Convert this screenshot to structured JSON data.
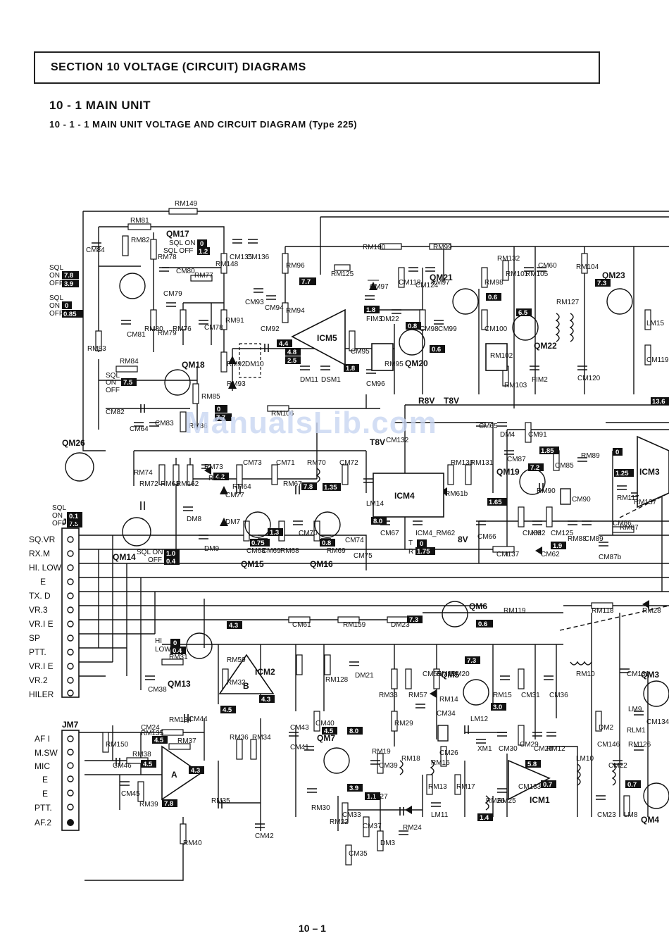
{
  "header": {
    "section_title": "SECTION 10 VOLTAGE (CIRCUIT) DIAGRAMS",
    "subsection": "10 - 1 MAIN UNIT",
    "sub_subsection": "10 - 1 - 1 MAIN UNIT VOLTAGE AND CIRCUIT DIAGRAM (Type 225)",
    "page_number": "10 – 1",
    "watermark": "ManualsLib.com"
  },
  "jm5": {
    "name": "JM5",
    "pins": [
      "SQ.VR",
      "RX.M",
      "HI. LOW",
      "E",
      "TX. D",
      "VR.3",
      "VR.I E",
      "SP",
      "PTT.",
      "VR.I E",
      "VR.2",
      "HILER"
    ]
  },
  "jm7": {
    "name": "JM7",
    "pins": [
      "AF I",
      "M.SW",
      "MIC",
      "E",
      "E",
      "PTT.",
      "AF.2"
    ]
  },
  "ics": [
    {
      "ref": "ICM5"
    },
    {
      "ref": "ICM4"
    },
    {
      "ref": "ICM3"
    },
    {
      "ref": "ICM2"
    },
    {
      "ref": "ICM1"
    }
  ],
  "transistors": [
    {
      "ref": "QM17"
    },
    {
      "ref": "QM18"
    },
    {
      "ref": "QM26"
    },
    {
      "ref": "QM14"
    },
    {
      "ref": "QM15"
    },
    {
      "ref": "QM16"
    },
    {
      "ref": "QM13"
    },
    {
      "ref": "QM7"
    },
    {
      "ref": "QM5"
    },
    {
      "ref": "QM6"
    },
    {
      "ref": "QM19"
    },
    {
      "ref": "QM20"
    },
    {
      "ref": "QM21"
    },
    {
      "ref": "QM22"
    },
    {
      "ref": "QM23"
    },
    {
      "ref": "QM3"
    },
    {
      "ref": "QM4"
    }
  ],
  "labels": {
    "sql_on_1": "SQL",
    "on": "ON",
    "off": "OFF",
    "sql_on_off": "SQL ON",
    "sql_off": "SQL OFF",
    "r8v": "R8V",
    "t8v": "T8V",
    "t8v_2": "T8V",
    "v8": "8V",
    "hi": "HI",
    "low": "LOW",
    "t": "T",
    "r": "R"
  },
  "parts": [
    "RM149",
    "RM81",
    "RM78",
    "RM82",
    "CM84",
    "CM80",
    "RM77",
    "CM79",
    "CM81",
    "RM80",
    "RM79",
    "RM76",
    "CM78",
    "RM83",
    "RM84",
    "CM82",
    "CM64",
    "CM83",
    "RM86",
    "RM85",
    "RM148",
    "CM135",
    "CM136",
    "RM96",
    "RM125",
    "RM100",
    "RM99",
    "RM132",
    "CM60",
    "RM104",
    "CM94",
    "CM93",
    "RM94",
    "RM91",
    "CM92",
    "RM92",
    "RM93",
    "DM10",
    "DM11",
    "DSM1",
    "CM95",
    "CM96",
    "RM95",
    "CM97",
    "FIM3",
    "DM22",
    "CM118",
    "CM124",
    "RM97",
    "CM98",
    "CM99",
    "RM98",
    "CM100",
    "RM101",
    "RM102",
    "RM103",
    "FIM2",
    "RM127",
    "CM120",
    "LM15",
    "CM119",
    "RM105",
    "RM106",
    "CM132",
    "RM74",
    "RM61",
    "RM162",
    "RM63",
    "RM64",
    "CM73",
    "CM71",
    "RM67",
    "RM70",
    "CM72",
    "LM14",
    "RM73",
    "CM77",
    "DM7",
    "DM8",
    "DM9",
    "CM68",
    "CM69",
    "RM68",
    "CM70",
    "RM69",
    "CM74",
    "CM75",
    "RM72",
    "RM130",
    "RM131",
    "CM67",
    "ICM4_RM62",
    "RM61b",
    "CM66",
    "CM65",
    "DM4",
    "CM91",
    "CM87",
    "CM85",
    "RM90",
    "CM90",
    "RM89",
    "CM88",
    "XM2",
    "CM125",
    "RM88",
    "CM89",
    "RM87",
    "CM86",
    "CM87b",
    "RM117",
    "RM137",
    "CM137",
    "CM62",
    "CM61",
    "RM159",
    "DM23",
    "RM119",
    "RM118",
    "RM28",
    "RM59",
    "RM128",
    "DM21",
    "RM32",
    "RM31",
    "CM38",
    "RM33",
    "RM57",
    "CM55",
    "RM21",
    "RM20",
    "RM15",
    "CM31",
    "RM14",
    "CM36",
    "RM10",
    "DM2",
    "CM131",
    "RLM1",
    "CM24",
    "RM134",
    "CM44",
    "RM135",
    "RM150",
    "RM38",
    "RM37",
    "CM46",
    "CM45",
    "RM39",
    "RM40",
    "RM36",
    "RM34",
    "RM35",
    "CM42",
    "CM43",
    "CM41",
    "CM40",
    "RM30",
    "RM29",
    "CM39",
    "RM19",
    "RM18",
    "CM34",
    "LM12",
    "XM1",
    "CM30",
    "CM29",
    "CM28",
    "RM12",
    "CM133",
    "CM26",
    "RM13",
    "RM17",
    "RM16",
    "LM11",
    "CM33",
    "RM27",
    "CM37",
    "DM3",
    "RM24",
    "RM22",
    "CM35",
    "RM26",
    "RM25",
    "LM10",
    "CM146",
    "LM9",
    "RM126",
    "CM22",
    "CM23",
    "LM8",
    "CM134",
    "RM8",
    "CM20"
  ],
  "voltages": [
    "7.8",
    "3.9",
    "0",
    "0.85",
    "0",
    "1.2",
    "7.7",
    "4.4",
    "4.8",
    "2.5",
    "1.8",
    "1.8",
    "0.8",
    "0.6",
    "0.6",
    "6.5",
    "7.3",
    "7.5",
    "0",
    "7.7",
    "0.1",
    "7.8",
    "4.2",
    "7.8",
    "1.35",
    "1.3",
    "0.75",
    "0.8",
    "1.0",
    "0.4",
    "8.0",
    "0",
    "1.75",
    "7.2",
    "1.85",
    "1.65",
    "0",
    "1.25",
    "1.9",
    "13.6",
    "7.3",
    "0.6",
    "7.3",
    "3.0",
    "4.3",
    "4.5",
    "4.3",
    "4.5",
    "4.5",
    "7.8",
    "4.3",
    "8.0",
    "3.9",
    "4.5",
    "1.1",
    "5.8",
    "0.7",
    "1.4",
    "0.7",
    "0",
    "0.4"
  ]
}
